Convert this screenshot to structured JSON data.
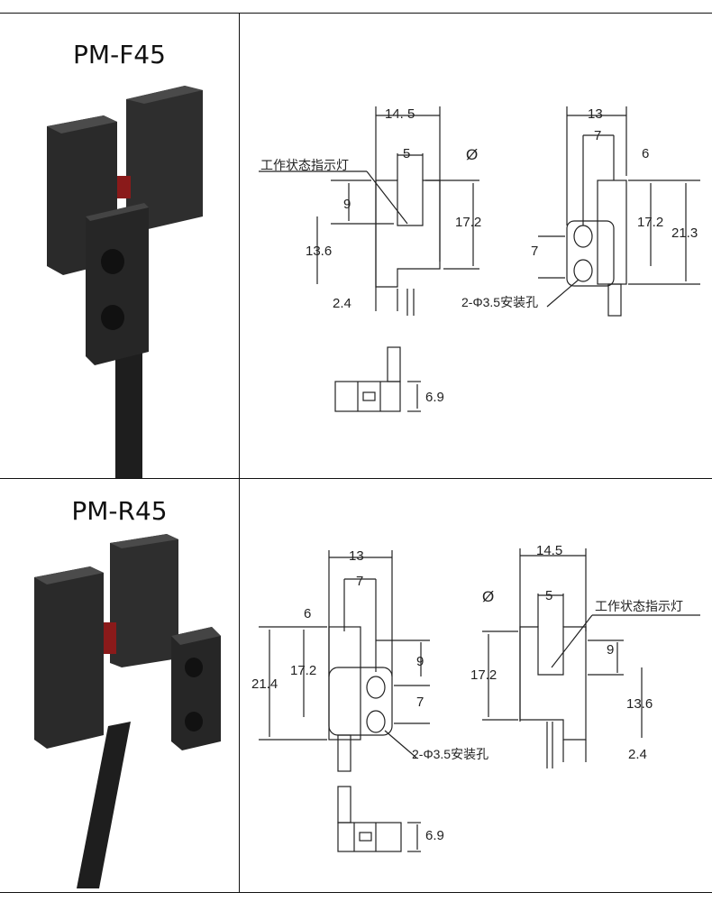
{
  "rows": [
    {
      "model": "PM-F45",
      "labels": {
        "width_total": "14. 5",
        "slot_width": "5",
        "indicator": "工作状态指示灯",
        "slot_depth": "9",
        "height_slot": "17.2",
        "hole_offset": "13.6",
        "thickness": "2.4",
        "side_total": "13",
        "side_inner": "7",
        "side_six": "6",
        "side_height": "17.2",
        "side_full": "21.3",
        "hole_pitch": "7",
        "holes": "2-Φ3.5安装孔",
        "zero_symbol": "Ø",
        "bottom_height": "6.9"
      }
    },
    {
      "model": "PM-R45",
      "labels": {
        "side_total": "13",
        "side_inner": "7",
        "side_six": "6",
        "side_full": "21.4",
        "side_height": "17.2",
        "slot_depth_side": "9",
        "hole_pitch": "7",
        "holes": "2-Φ3.5安装孔",
        "width_total": "14.5",
        "slot_width": "5",
        "zero_symbol": "Ø",
        "indicator": "工作状态指示灯",
        "height_slot": "17.2",
        "slot_depth": "9",
        "hole_offset": "13.6",
        "thickness": "2.4",
        "bottom_height": "6.9"
      }
    }
  ],
  "colors": {
    "sensor_body": "#2b2b2b",
    "sensor_highlight": "#4a4a4a",
    "lens_red": "#8a1a1a",
    "line": "#222222"
  }
}
